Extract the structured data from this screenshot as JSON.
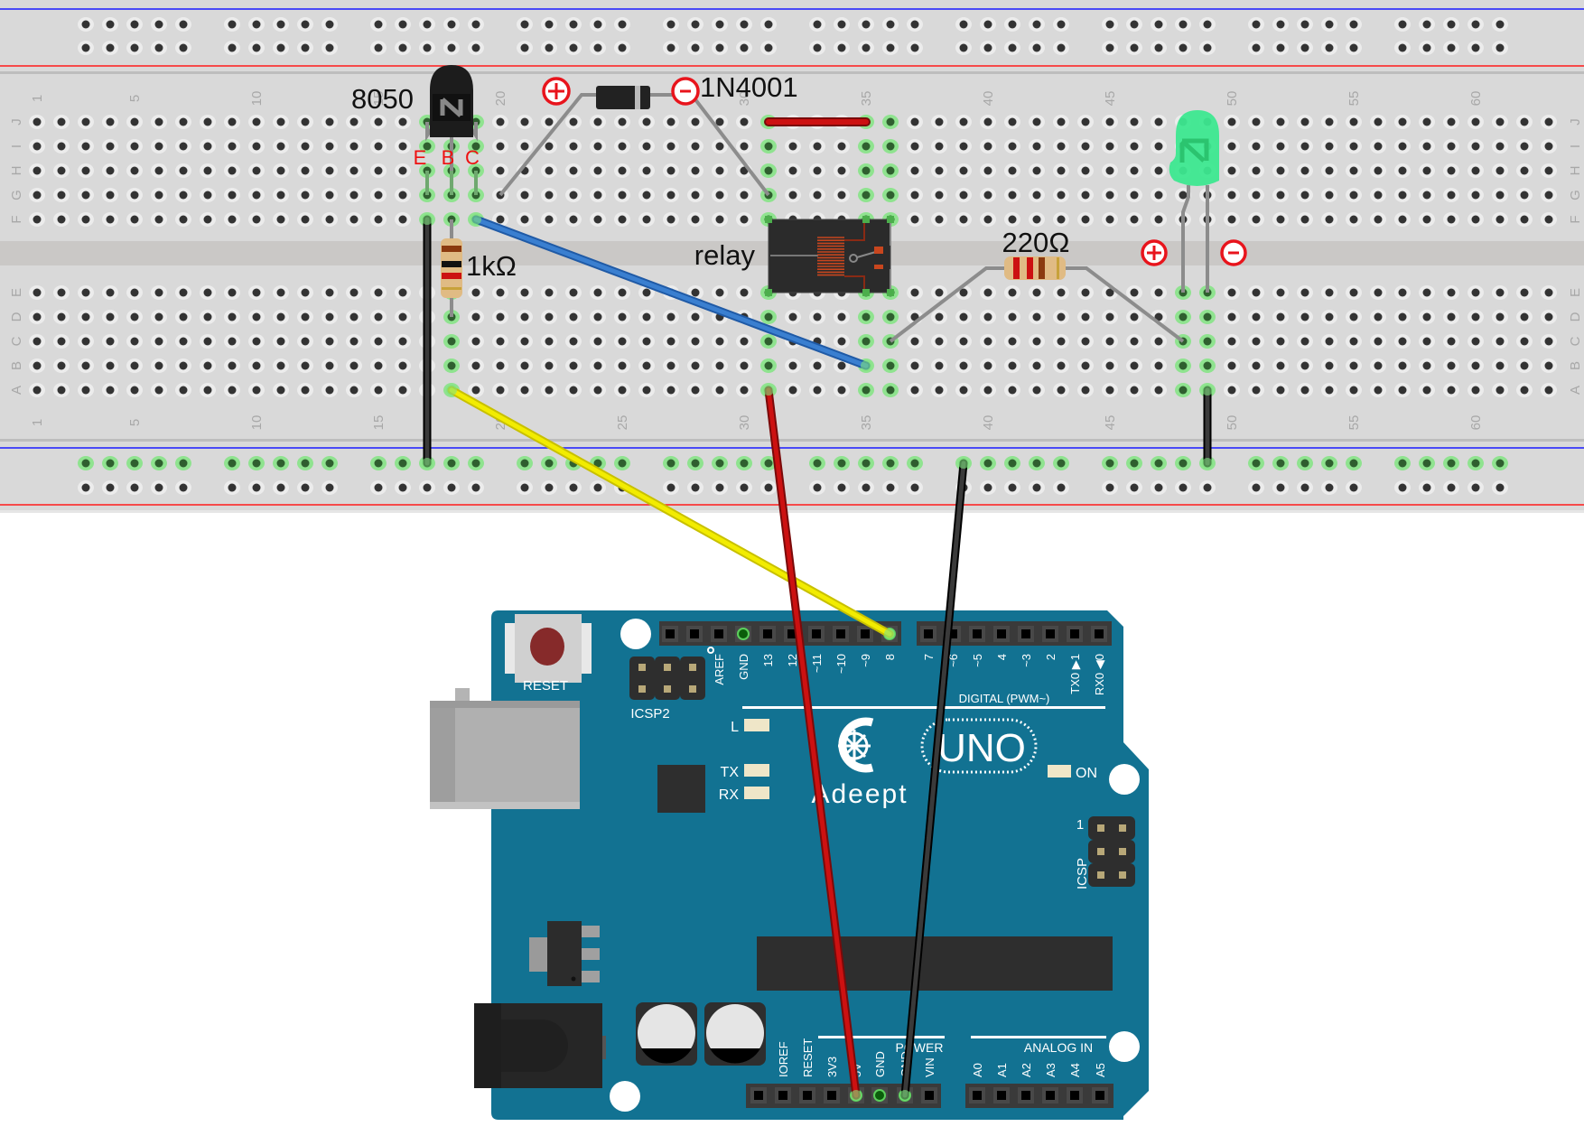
{
  "breadboard": {
    "columns": 63,
    "rows_top": [
      "J",
      "I",
      "H",
      "G",
      "F"
    ],
    "rows_bottom": [
      "E",
      "D",
      "C",
      "B",
      "A"
    ],
    "column_number_labels": [
      "1",
      "5",
      "10",
      "15",
      "20",
      "25",
      "30",
      "35",
      "40",
      "45",
      "50",
      "55",
      "60"
    ],
    "rail_group_start_columns": [
      3,
      9,
      15,
      21,
      27,
      33,
      39,
      45,
      51,
      57
    ],
    "rail_group_size": 5,
    "rail_line_colors": {
      "negative": "#0000ff",
      "positive": "#ff0000"
    },
    "connected_rail": "bottom-top-row"
  },
  "components": {
    "transistor": {
      "label": "8050",
      "pin_labels": [
        "E",
        "B",
        "C"
      ],
      "columns": [
        17,
        18,
        19
      ],
      "row": "J",
      "pin_label_color": "#ee1111"
    },
    "resistor_1k": {
      "label": "1kΩ",
      "column": 18,
      "from_row": "F",
      "to_row": "D",
      "bands": [
        "#8b3a0f",
        "#111111",
        "#cc1111",
        "#c8a23a"
      ]
    },
    "diode": {
      "label": "1N4001",
      "anode_column": 20,
      "cathode_column": 31,
      "row": "G",
      "anode_symbol": "+",
      "cathode_symbol": "−"
    },
    "jumper_red_short": {
      "from_column": 31,
      "to_column": 35,
      "row": "J",
      "color": "#cc1111"
    },
    "relay": {
      "label": "relay",
      "top_columns": [
        31,
        35,
        36
      ],
      "bottom_columns": [
        31,
        35,
        36
      ]
    },
    "resistor_220": {
      "label": "220Ω",
      "from_column": 36,
      "to_column": 48,
      "row": "C",
      "bands": [
        "#cc1111",
        "#cc1111",
        "#8b3a0f",
        "#c8a23a"
      ]
    },
    "led": {
      "color": "green",
      "anode_column": 48,
      "cathode_column": 49,
      "row": "E",
      "anode_symbol": "+",
      "cathode_symbol": "−"
    }
  },
  "wires": [
    {
      "name": "black-wire-emitter-to-gnd-rail",
      "color": "#222222",
      "from": "bb:17:F",
      "to": "rail:17"
    },
    {
      "name": "yellow-wire-base-to-pin8",
      "color": "#f2ec00",
      "from": "bb:18:A",
      "to": "ard:8"
    },
    {
      "name": "blue-wire-collector-to-relay",
      "color": "#3a7fd0",
      "from": "bb:19:F",
      "to": "bb:35:B"
    },
    {
      "name": "red-wire-relay-to-5v",
      "color": "#cc1111",
      "from": "bb:31:A",
      "to": "ard:5V"
    },
    {
      "name": "black-wire-rail-to-gnd",
      "color": "#222222",
      "from": "rail:39",
      "to": "ard:GND2"
    },
    {
      "name": "black-wire-led-to-gnd-rail",
      "color": "#222222",
      "from": "bb:49:A",
      "to": "rail:49"
    }
  ],
  "arduino": {
    "brand": "Adeept",
    "model": "UNO",
    "reset_label": "RESET",
    "icsp2_label": "ICSP2",
    "icsp_label": "ICSP",
    "icsp_pin1_label": "1",
    "led_labels": {
      "l": "L",
      "tx": "TX",
      "rx": "RX",
      "on": "ON"
    },
    "digital_label": "DIGITAL (PWM~)",
    "power_label": "POWER",
    "analog_label": "ANALOG IN",
    "digital_pins_left": [
      "AREF",
      "GND",
      "13",
      "12",
      "~11",
      "~10",
      "~9",
      "8"
    ],
    "digital_pins_right": [
      "7",
      "~6",
      "~5",
      "4",
      "~3",
      "2",
      "TX0 ▶1",
      "RX0 ◀0"
    ],
    "power_pins": [
      "",
      "IOREF",
      "RESET",
      "3V3",
      "5V",
      "GND",
      "GND",
      "VIN"
    ],
    "analog_pins": [
      "A0",
      "A1",
      "A2",
      "A3",
      "A4",
      "A5"
    ],
    "board_color": "#127292"
  }
}
